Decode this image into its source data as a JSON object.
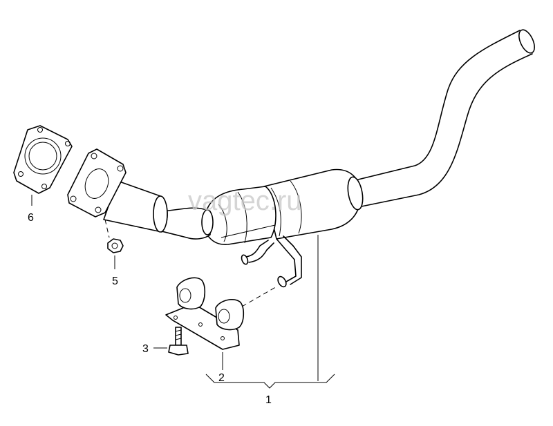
{
  "watermark": "vagtec.ru",
  "callouts": {
    "c1": "1",
    "c2": "2",
    "c3": "3",
    "c5": "5",
    "c6": "6"
  },
  "colors": {
    "line": "#000000",
    "background": "#ffffff",
    "watermark": "#c8c8c8"
  }
}
